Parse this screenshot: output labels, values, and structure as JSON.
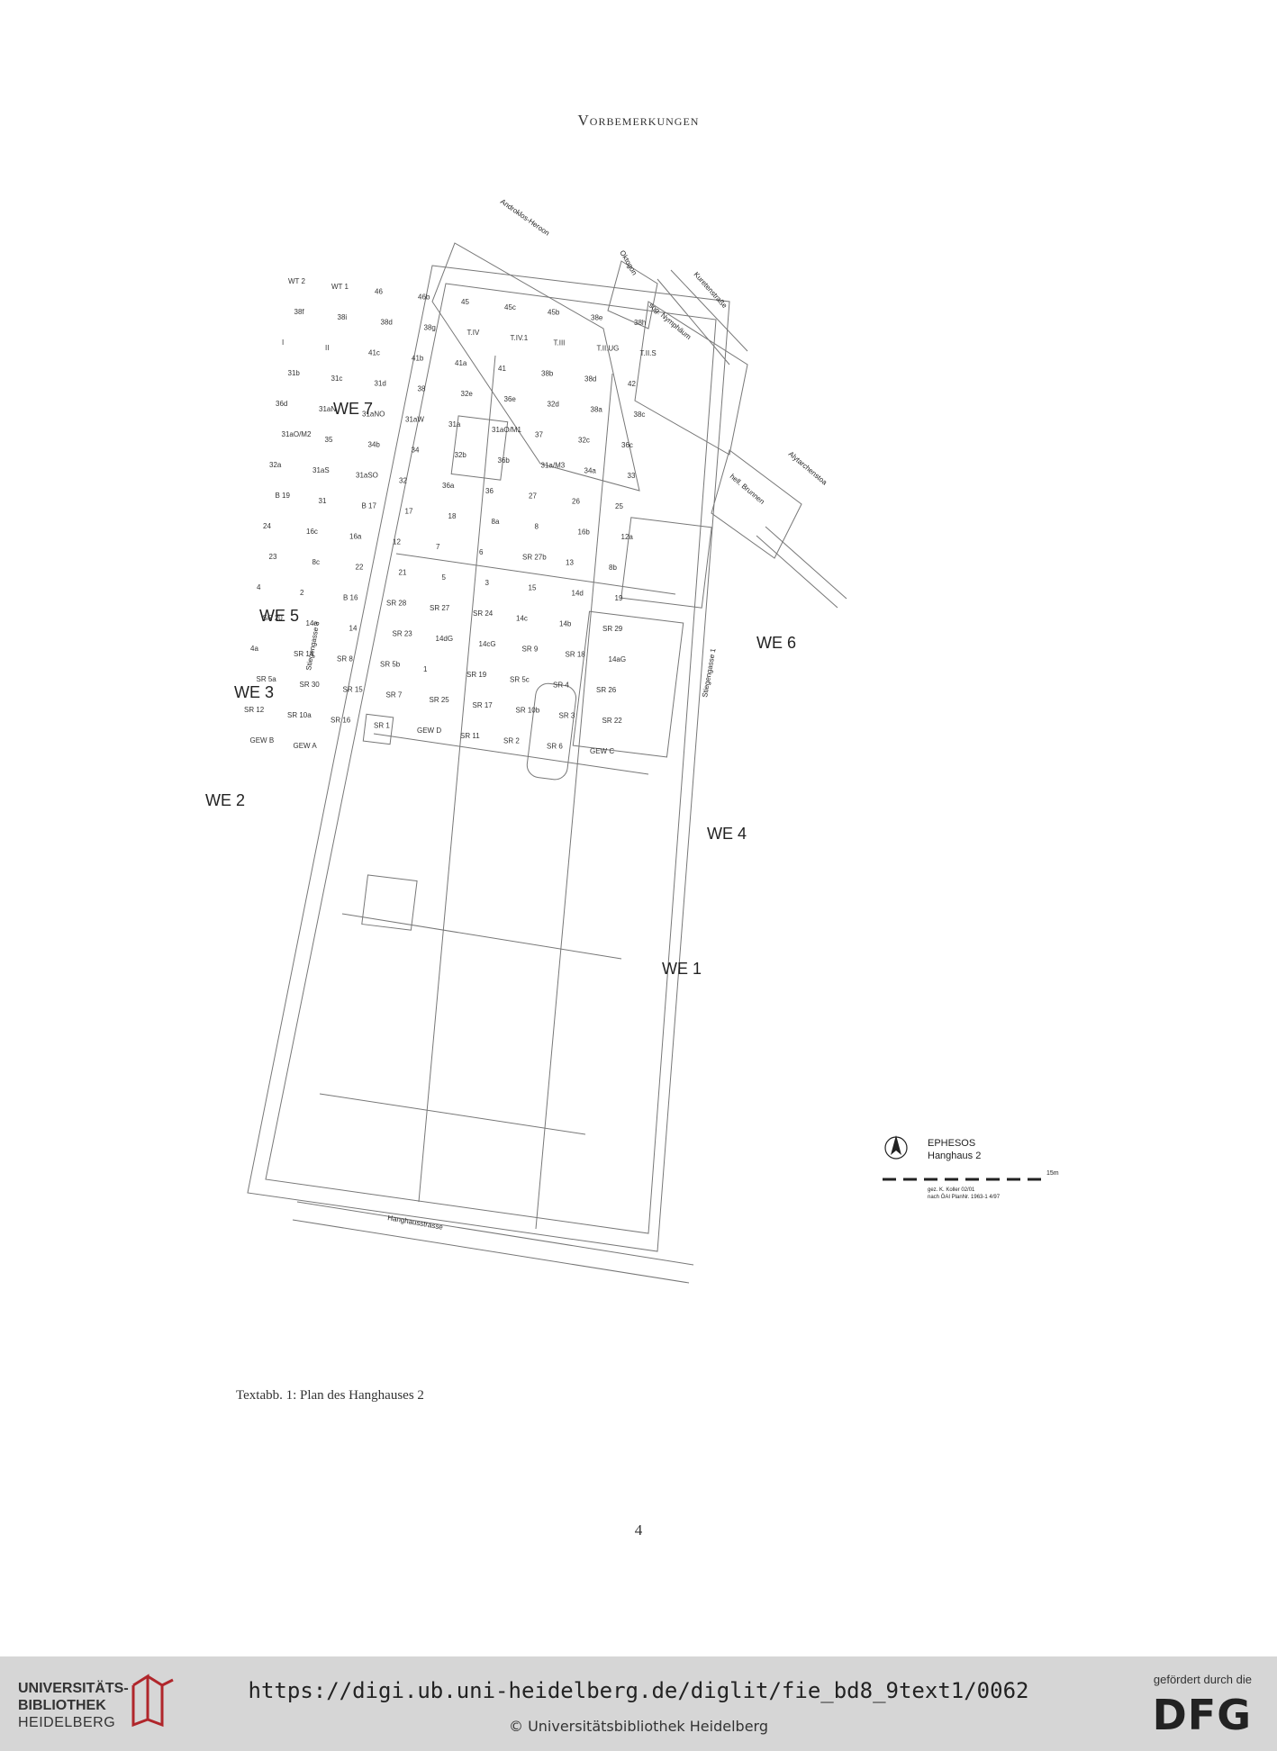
{
  "header": {
    "running_title": "Vorbemerkungen"
  },
  "plan": {
    "streets": [
      "Androklos-Heroon",
      "Oktogon",
      "Kuretenstraße",
      "sog. Nymphäum",
      "hell. Brunnen",
      "Alytarchenstoa",
      "Stiegengasse 3",
      "Stiegengasse 1",
      "Hanghausstrasse"
    ],
    "units": [
      "WE 7",
      "WE 5",
      "WE 3",
      "WE 2",
      "WE 6",
      "WE 4",
      "WE 1"
    ],
    "rooms": [
      "WT 2",
      "WT 1",
      "46",
      "46b",
      "45",
      "45c",
      "45b",
      "38e",
      "38h",
      "38f",
      "38i",
      "38d",
      "38g",
      "T.IV",
      "T.IV.1",
      "T.III",
      "T.II.UG",
      "T.II.S",
      "I",
      "II",
      "41c",
      "41b",
      "41a",
      "41",
      "38b",
      "38d",
      "42",
      "31b",
      "31c",
      "31d",
      "38",
      "32e",
      "36e",
      "32d",
      "38a",
      "38c",
      "36d",
      "31aN",
      "31aNO",
      "31aW",
      "31a",
      "31aO/M1",
      "37",
      "32c",
      "36c",
      "31aO/M2",
      "35",
      "34b",
      "34",
      "32b",
      "36b",
      "31a/M3",
      "34a",
      "33",
      "32a",
      "31aS",
      "31aSO",
      "32",
      "36a",
      "36",
      "27",
      "26",
      "25",
      "B 19",
      "31",
      "B 17",
      "17",
      "18",
      "8a",
      "8",
      "16b",
      "12a",
      "24",
      "16c",
      "16a",
      "12",
      "7",
      "6",
      "SR 27b",
      "13",
      "8b",
      "23",
      "8c",
      "22",
      "21",
      "5",
      "3",
      "15",
      "14d",
      "19",
      "4",
      "2",
      "B 16",
      "SR 28",
      "SR 27",
      "SR 24",
      "14c",
      "14b",
      "SR 29",
      "SR 20",
      "14a",
      "14",
      "SR 23",
      "14dG",
      "14cG",
      "SR 9",
      "SR 18",
      "14aG",
      "4a",
      "SR 14",
      "SR 8",
      "SR 5b",
      "1",
      "SR 19",
      "SR 5c",
      "SR 4",
      "SR 26",
      "SR 5a",
      "SR 30",
      "SR 15",
      "SR 7",
      "SR 25",
      "SR 17",
      "SR 10b",
      "SR 3",
      "SR 22",
      "SR 12",
      "SR 10a",
      "SR 16",
      "SR 1",
      "GEW D",
      "SR 11",
      "SR 2",
      "SR 6",
      "GEW C",
      "GEW B",
      "GEW A"
    ],
    "legend": {
      "site": "EPHESOS",
      "building": "Hanghaus 2",
      "scale": "15m",
      "credit_1": "gez. K. Koller 02/01",
      "credit_2": "nach ÖAI PlanNr. 1963-1 4/97"
    }
  },
  "caption": "Textabb. 1: Plan des Hanghauses 2",
  "page_number": "4",
  "footer": {
    "library_line1": "UNIVERSITÄTS-",
    "library_line2": "BIBLIOTHEK",
    "library_line3": "HEIDELBERG",
    "url": "https://digi.ub.uni-heidelberg.de/diglit/fie_bd8_9text1/0062",
    "copyright": "© Universitätsbibliothek Heidelberg",
    "funding_note": "gefördert durch die",
    "funder_logo": "DFG"
  }
}
